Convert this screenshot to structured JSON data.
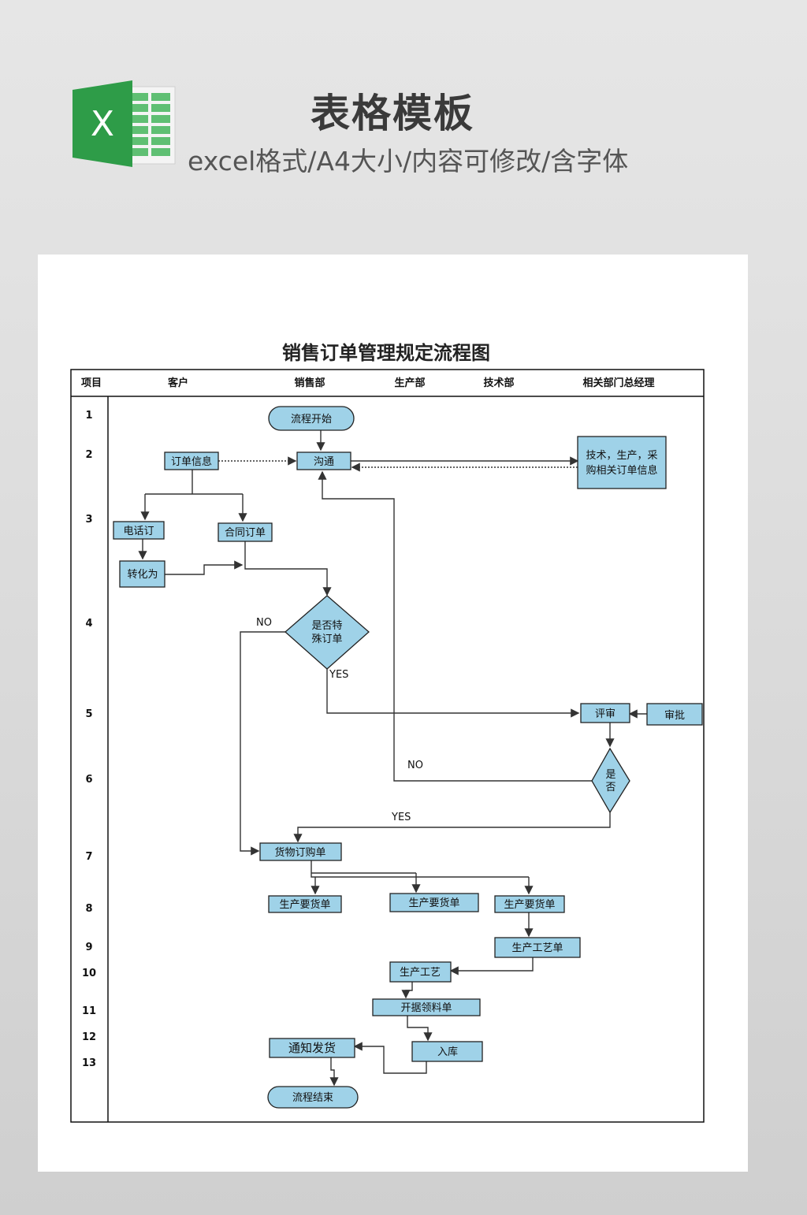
{
  "header": {
    "title": "表格模板",
    "subtitle": "excel格式/A4大小/内容可修改/含字体",
    "icon": "excel-icon",
    "icon_letter": "X"
  },
  "document": {
    "title": "销售订单管理规定流程图",
    "columns": [
      "项目",
      "客户",
      "销售部",
      "生产部",
      "技术部",
      "相关部门总经理"
    ],
    "row_numbers": [
      "1",
      "2",
      "3",
      "4",
      "5",
      "6",
      "7",
      "8",
      "9",
      "10",
      "11",
      "12",
      "13"
    ],
    "nodes": {
      "start": "流程开始",
      "order_info": "订单信息",
      "communicate": "沟通",
      "tech_info_1": "技术，生产，采",
      "tech_info_2": "购相关订单信息",
      "phone_order": "电话订",
      "contract_order": "合同订单",
      "convert": "转化为",
      "special_1": "是否特",
      "special_2": "殊订单",
      "review": "评审",
      "approve": "审批",
      "decision_1": "是",
      "decision_2": "否",
      "purchase_order": "货物订购单",
      "prod_req_1": "生产要货单",
      "prod_req_2": "生产要货单",
      "prod_req_3": "生产要货单",
      "process_sheet": "生产工艺单",
      "process": "生产工艺",
      "material_sheet": "开据领料单",
      "warehouse": "入库",
      "notify_ship": "通知发货",
      "end": "流程结束"
    },
    "labels": {
      "no_1": "NO",
      "yes_1": "YES",
      "no_2": "NO",
      "yes_2": "YES"
    }
  },
  "colors": {
    "node_fill": "#9fd2e8",
    "line": "#333333",
    "icon_green": "#2e9c48"
  }
}
